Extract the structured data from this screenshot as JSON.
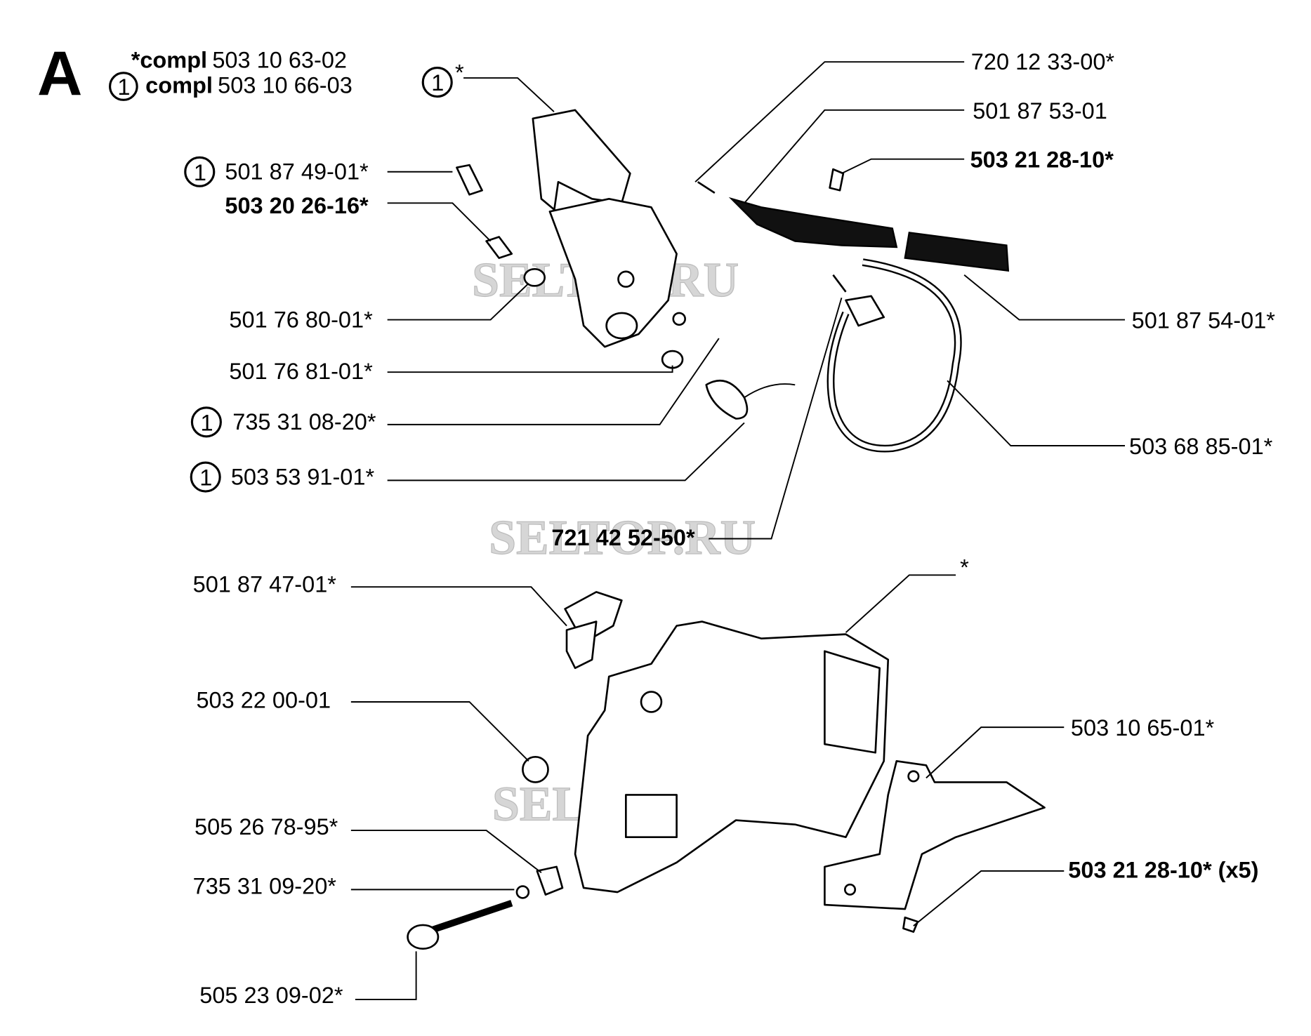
{
  "section_letter": "A",
  "header": {
    "compl_star_prefix": "*compl",
    "compl_star_number": "503 10 63-02",
    "compl_one_marker": "1",
    "compl_one_prefix": "compl",
    "compl_one_number": "503 10 66-03"
  },
  "callouts": {
    "guard_marker": "1",
    "guard_suffix": "*",
    "p_720_12_33_00": "720 12 33-00*",
    "p_501_87_53_01": "501 87 53-01",
    "p_503_21_28_10_top": "503 21 28-10*",
    "p_501_87_49_01_marker": "1",
    "p_501_87_49_01": "501 87 49-01*",
    "p_503_20_26_16": "503 20 26-16*",
    "p_501_76_80_01": "501 76 80-01*",
    "p_501_76_81_01": "501 76 81-01*",
    "p_735_31_08_20_marker": "1",
    "p_735_31_08_20": "735 31 08-20*",
    "p_503_53_91_01_marker": "1",
    "p_503_53_91_01": "503 53 91-01*",
    "p_721_42_52_50": "721 42 52-50*",
    "p_501_87_54_01": "501 87 54-01*",
    "p_503_68_85_01": "503 68 85-01*",
    "p_501_87_47_01": "501 87 47-01*",
    "housing_star": "*",
    "p_503_22_00_01": "503 22 00-01",
    "p_503_10_65_01": "503 10 65-01*",
    "p_505_26_78_95": "505 26 78-95*",
    "p_735_31_09_20": "735 31 09-20*",
    "p_503_21_28_10_x5": "503 21 28-10* (x5)",
    "p_505_23_09_02": "505 23 09-02*"
  },
  "watermarks": [
    "SELTOP.RU",
    "SELTOP.RU",
    "SELTOP.RU"
  ]
}
